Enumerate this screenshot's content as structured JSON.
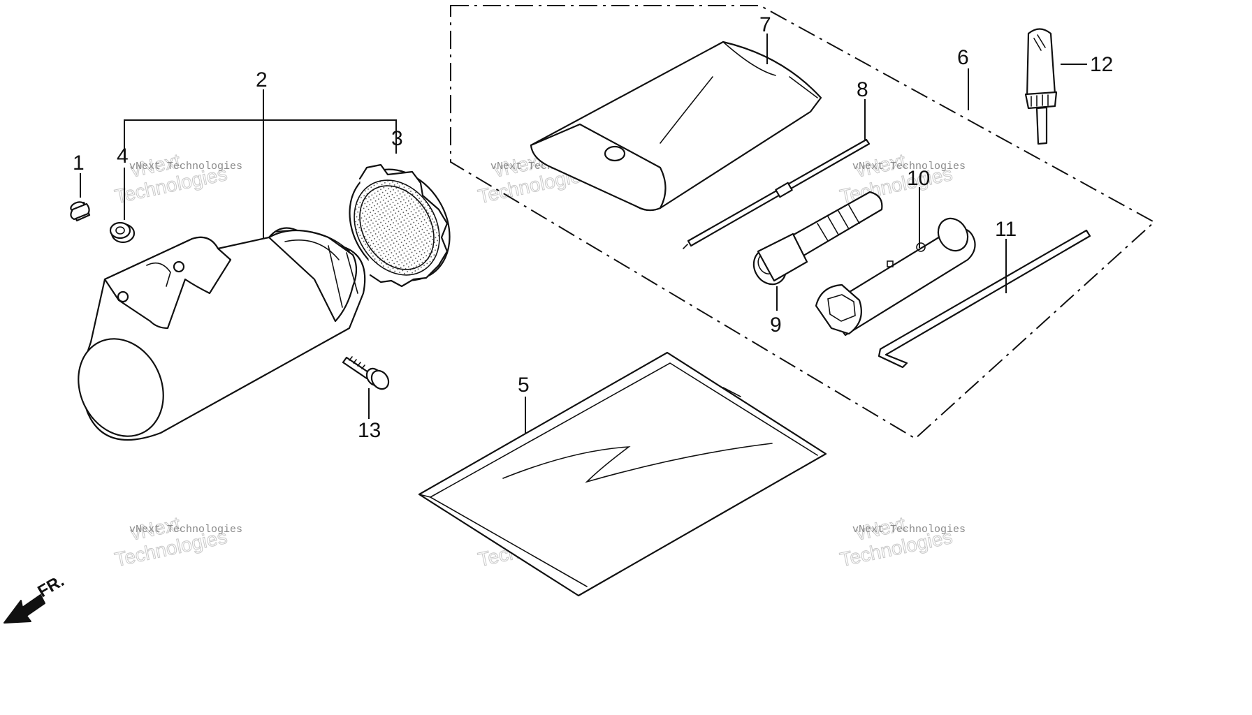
{
  "callouts": {
    "c1": "1",
    "c2": "2",
    "c3": "3",
    "c4": "4",
    "c5": "5",
    "c6": "6",
    "c7": "7",
    "c8": "8",
    "c9": "9",
    "c10": "10",
    "c11": "11",
    "c12": "12",
    "c13": "13"
  },
  "direction_arrow": {
    "label": "FR."
  },
  "watermark": {
    "line1": "vNext",
    "line2": "Technologies",
    "small": "vNext Technologies"
  },
  "colors": {
    "ink": "#111111",
    "background": "#ffffff",
    "watermark": "#c8c8c8"
  }
}
